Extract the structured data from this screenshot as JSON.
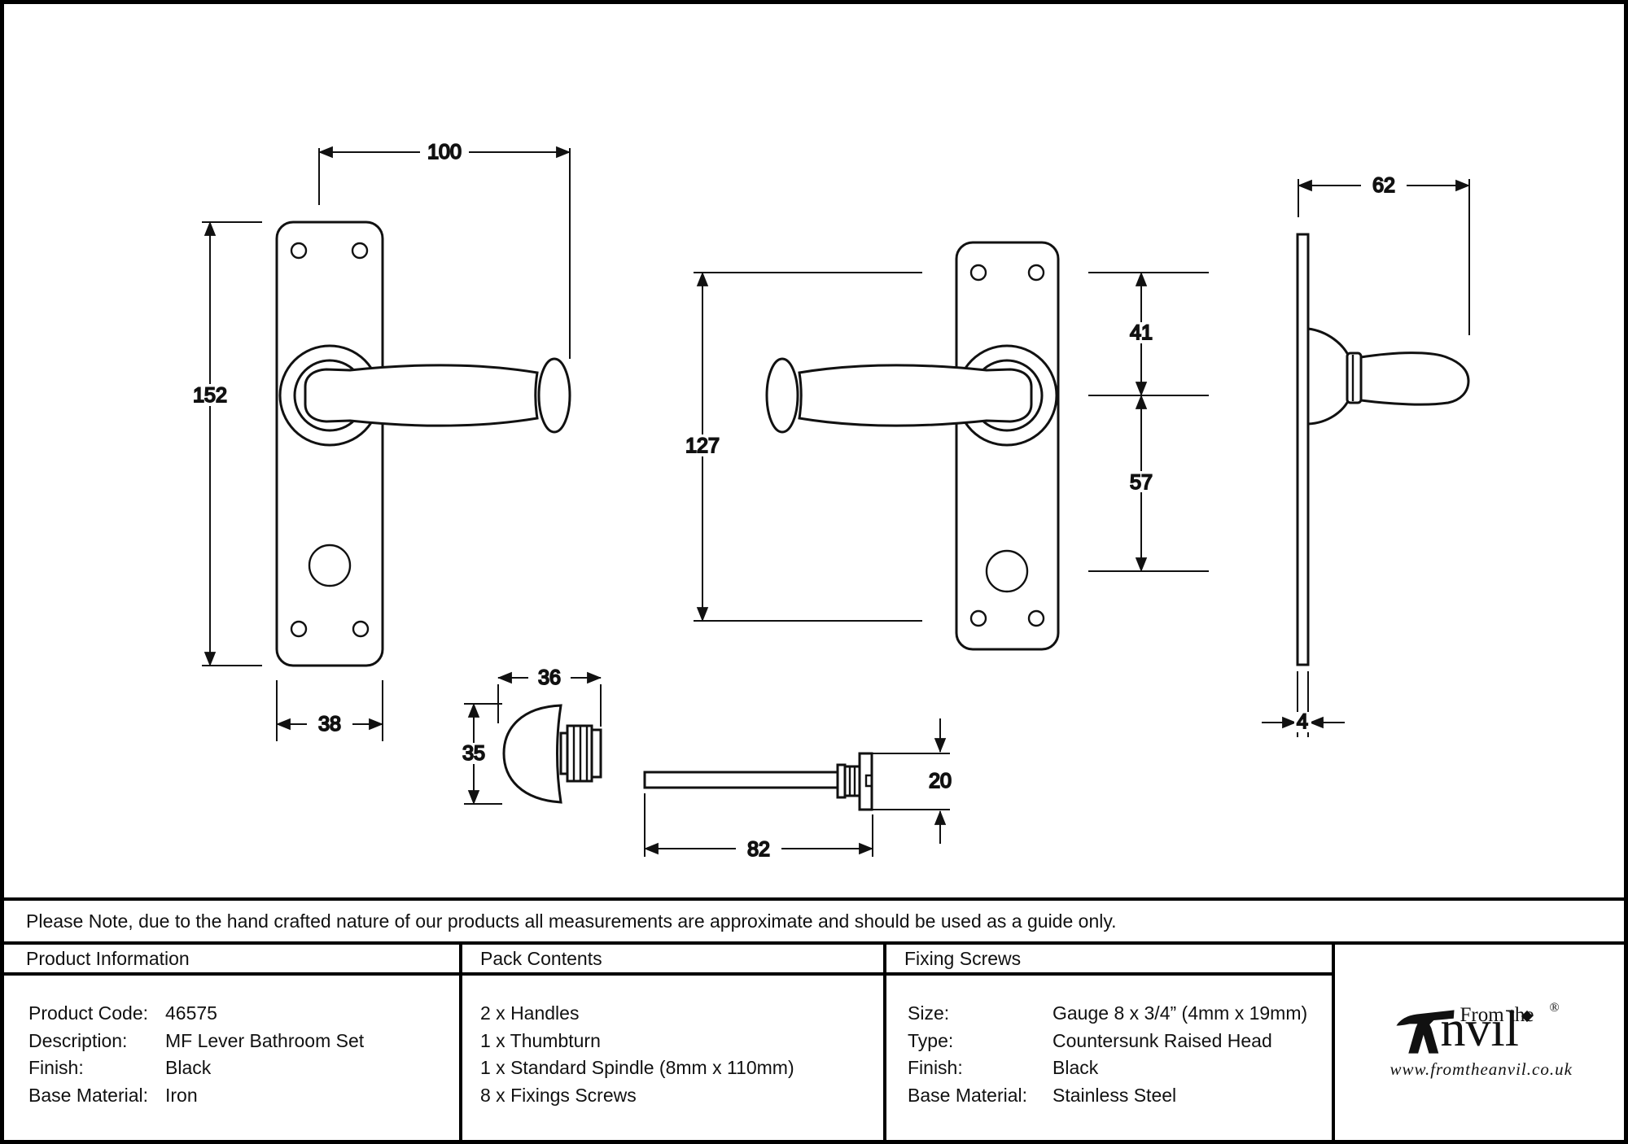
{
  "note": "Please Note, due to the hand crafted nature of our products all measurements are approximate and should be used as a guide only.",
  "table": {
    "product_information": {
      "header": "Product Information",
      "rows": [
        {
          "label": "Product Code:",
          "value": "46575"
        },
        {
          "label": "Description:",
          "value": "MF Lever Bathroom Set"
        },
        {
          "label": "Finish:",
          "value": "Black"
        },
        {
          "label": "Base Material:",
          "value": "Iron"
        }
      ]
    },
    "pack_contents": {
      "header": "Pack Contents",
      "items": [
        "2 x Handles",
        "1 x Thumbturn",
        "1 x Standard Spindle (8mm x 110mm)",
        "8 x Fixings Screws"
      ]
    },
    "fixing_screws": {
      "header": "Fixing Screws",
      "rows": [
        {
          "label": "Size:",
          "value": "Gauge 8 x 3/4” (4mm x 19mm)"
        },
        {
          "label": "Type:",
          "value": "Countersunk Raised Head"
        },
        {
          "label": "Finish:",
          "value": "Black"
        },
        {
          "label": "Base Material:",
          "value": "Stainless Steel"
        }
      ]
    }
  },
  "logo": {
    "from_the": "From the",
    "brand_start": "nv",
    "brand_i": "ı",
    "brand_end": "l",
    "registered": "®",
    "url": "www.fromtheanvil.co.uk"
  },
  "dims": {
    "lever_length": "100",
    "backplate_height": "152",
    "backplate_width": "38",
    "fixing_centres": "127",
    "top_to_lever": "41",
    "lever_to_turn": "57",
    "projection": "62",
    "plate_thickness": "4",
    "thumbturn_width": "36",
    "thumbturn_height": "35",
    "spindle_length": "82",
    "spindle_end": "20"
  },
  "colors": {
    "ink": "#111111",
    "paper": "#ffffff"
  }
}
